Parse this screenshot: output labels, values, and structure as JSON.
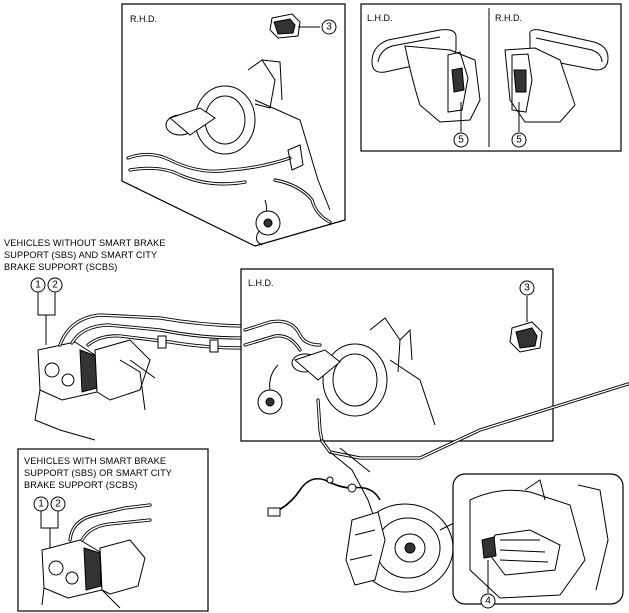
{
  "panels": {
    "top_rhd": {
      "label": "R.H.D."
    },
    "top_right": {
      "left_label": "L.H.D.",
      "right_label": "R.H.D."
    },
    "mid_lhd": {
      "label": "L.H.D."
    }
  },
  "captions": {
    "without_sbs": [
      "VEHICLES WITHOUT SMART BRAKE",
      "SUPPORT (SBS) AND SMART CITY",
      "BRAKE SUPPORT (SCBS)"
    ],
    "with_sbs": [
      "VEHICLES WITH SMART BRAKE",
      "SUPPORT (SBS) OR SMART CITY",
      "BRAKE SUPPORT (SCBS)"
    ]
  },
  "callouts": {
    "c1": "1",
    "c2": "2",
    "c3": "3",
    "c4": "4",
    "c5": "5"
  }
}
